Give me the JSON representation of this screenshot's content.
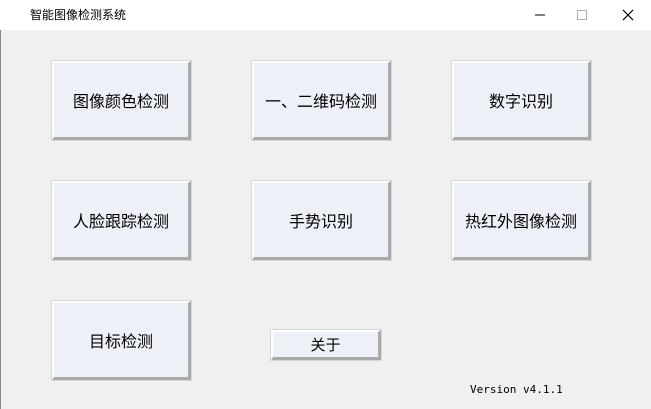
{
  "window": {
    "title": "智能图像检测系统"
  },
  "tiles": [
    {
      "label": "图像颜色检测"
    },
    {
      "label": "一、二维码检测"
    },
    {
      "label": "数字识别"
    },
    {
      "label": "人脸跟踪检测"
    },
    {
      "label": "手势识别"
    },
    {
      "label": "热红外图像检测"
    },
    {
      "label": "目标检测"
    }
  ],
  "about_button": {
    "label": "关于"
  },
  "version": {
    "text": "Version v4.1.1"
  },
  "icons": {
    "minimize": "minimize-icon",
    "maximize": "maximize-icon",
    "close": "close-icon"
  },
  "colors": {
    "tile_face": "#eef0f7",
    "window_bg": "#f0f0f0",
    "titlebar_bg": "#ffffff"
  }
}
